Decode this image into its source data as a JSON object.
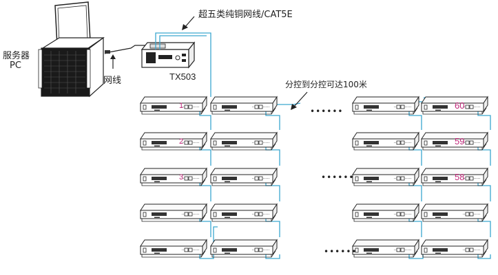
{
  "labels": {
    "server_line1": "服务器",
    "server_line2": "PC",
    "network_cable": "网线",
    "cat5e_cable": "超五类纯铜网线/CAT5E",
    "controller_model": "TX503",
    "distance_note": "分控到分控可达100米",
    "ellipsis": "••••••"
  },
  "unit_numbers": {
    "col1": [
      "1",
      "2",
      "3"
    ],
    "col4": [
      "60",
      "59",
      "58"
    ]
  },
  "colors": {
    "cable": "#3aa6cf",
    "unit_number": "#c0287a",
    "outline": "#222222"
  },
  "icons": {
    "server": "server-pc-icon",
    "controller": "sending-controller-icon",
    "unit": "receiver-unit-icon"
  }
}
